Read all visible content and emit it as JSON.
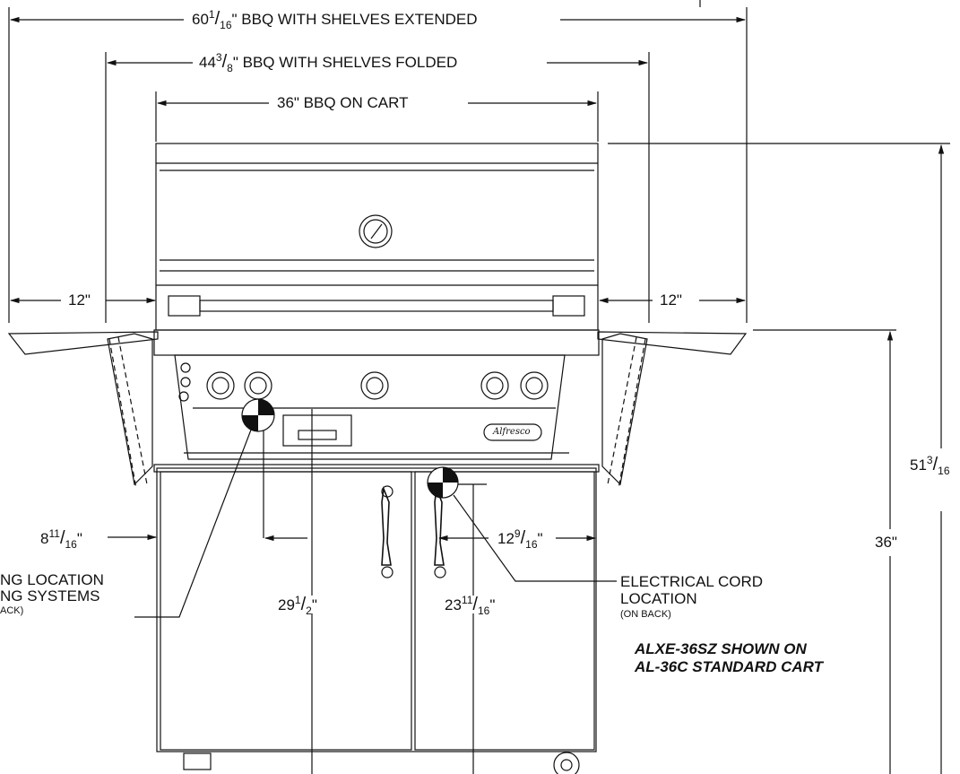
{
  "dimensions": {
    "top_width": {
      "whole": "60",
      "num": "1",
      "den": "16",
      "text": "\" BBQ WITH SHELVES EXTENDED"
    },
    "folded_width": {
      "whole": "44",
      "num": "3",
      "den": "8",
      "text": "\" BBQ WITH SHELVES FOLDED"
    },
    "cart_width": "36\" BBQ ON CART",
    "shelf_left": "12\"",
    "shelf_right": "12\"",
    "total_height": {
      "whole": "51",
      "num": "3",
      "den": "16",
      "text": ""
    },
    "cart_height": "36\"",
    "left_offset": {
      "whole": "8",
      "num": "11",
      "den": "16",
      "text": "\""
    },
    "right_offset": {
      "whole": "12",
      "num": "9",
      "den": "16",
      "text": "\""
    },
    "center_left": {
      "whole": "29",
      "num": "1",
      "den": "2",
      "text": "\""
    },
    "center_right": {
      "whole": "23",
      "num": "11",
      "den": "16",
      "text": "\""
    }
  },
  "callouts": {
    "gas_line1": "NG LOCATION",
    "gas_line2": "NG SYSTEMS",
    "gas_line3": "ACK)",
    "electrical_line1": "ELECTRICAL CORD",
    "electrical_line2": "LOCATION",
    "electrical_line3": "(ON BACK)"
  },
  "note": {
    "line1": "ALXE-36SZ SHOWN ON",
    "line2": "AL-36C STANDARD CART"
  },
  "brand": "Alfresco"
}
